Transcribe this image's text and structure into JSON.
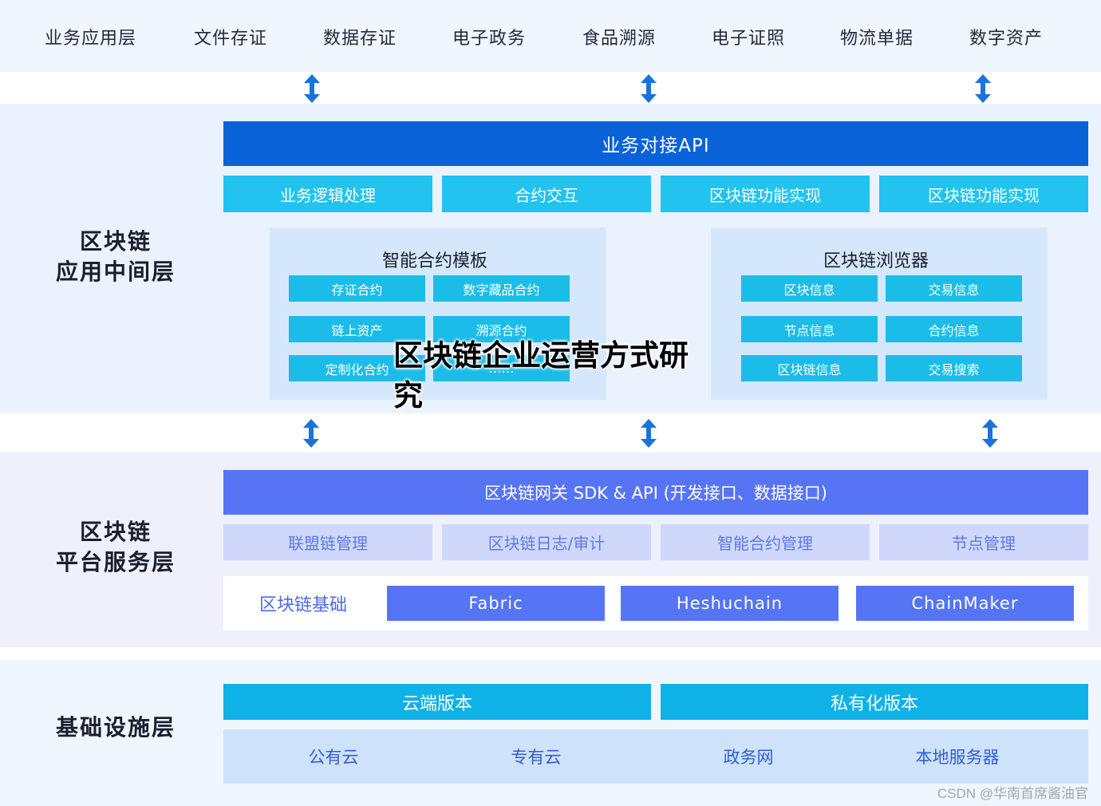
{
  "top_bar": {
    "items": [
      "业务应用层",
      "文件存证",
      "数据存证",
      "电子政务",
      "食品溯源",
      "电子证照",
      "物流单据",
      "数字资产"
    ]
  },
  "middle_layer": {
    "label_line1": "区块链",
    "label_line2": "应用中间层",
    "api_bar": "业务对接API",
    "functions": [
      "业务逻辑处理",
      "合约交互",
      "区块链功能实现",
      "区块链功能实现"
    ],
    "contract_panel": {
      "title": "智能合约模板",
      "items": [
        "存证合约",
        "数字藏品合约",
        "链上资产",
        "溯源合约",
        "定制化合约",
        "……"
      ]
    },
    "browser_panel": {
      "title": "区块链浏览器",
      "items": [
        "区块信息",
        "交易信息",
        "节点信息",
        "合约信息",
        "区块链信息",
        "交易搜索"
      ]
    }
  },
  "platform_layer": {
    "label_line1": "区块链",
    "label_line2": "平台服务层",
    "gateway_bar": "区块链网关 SDK & API (开发接口、数据接口)",
    "services": [
      "联盟链管理",
      "区块链日志/审计",
      "智能合约管理",
      "节点管理"
    ],
    "base": {
      "label": "区块链基础",
      "frameworks": [
        "Fabric",
        "Heshuchain",
        "ChainMaker"
      ]
    }
  },
  "infra_layer": {
    "label": "基础设施层",
    "versions": [
      "云端版本",
      "私有化版本"
    ],
    "deployments": [
      "公有云",
      "专有云",
      "政务网",
      "本地服务器"
    ]
  },
  "overlay_title": "区块链企业运营方式研究",
  "watermark": "CSDN @华南首席酱油官",
  "colors": {
    "page_bg": "#f0f6fd",
    "api_blue": "#0a62d9",
    "cyan": "#22c3ef",
    "panel_bg": "#d5e7fb",
    "gateway_blue": "#5774f5",
    "lavender": "#cfd8fb",
    "infra_bg": "#cfe2fb",
    "arrow": "#1a73d9"
  }
}
